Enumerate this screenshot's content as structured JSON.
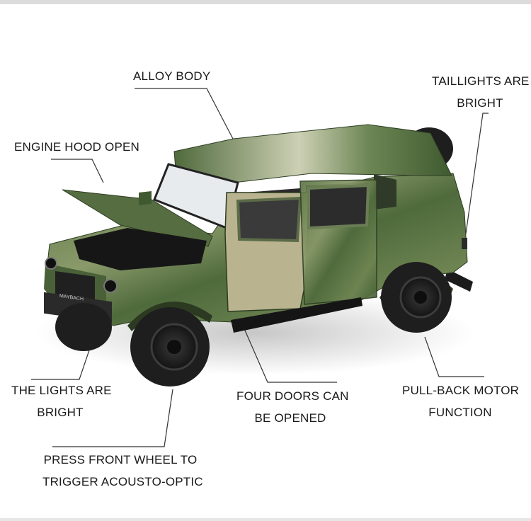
{
  "callouts": {
    "alloy_body": [
      "ALLOY BODY"
    ],
    "taillights": [
      "TAILLIGHTS ARE",
      "BRIGHT"
    ],
    "engine_hood": [
      "ENGINE HOOD OPEN"
    ],
    "lights": [
      "THE LIGHTS ARE",
      "BRIGHT"
    ],
    "four_doors": [
      "FOUR DOORS CAN",
      "BE OPENED"
    ],
    "pull_back": [
      "PULL-BACK MOTOR",
      "FUNCTION"
    ],
    "front_wheel": [
      "PRESS FRONT WHEEL TO",
      "TRIGGER ACOUSTO-OPTIC"
    ]
  },
  "car": {
    "grille_badge": "MAYBACH"
  },
  "colors": {
    "camo_green": "#4f6a3c",
    "camo_olive": "#6e8552",
    "camo_sand": "#c9c2a0",
    "tire": "#1e1e1e",
    "text": "#1a1a1a",
    "line": "#333333"
  }
}
